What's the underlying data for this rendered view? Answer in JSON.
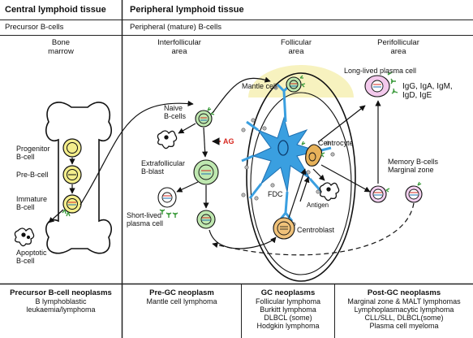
{
  "header": {
    "central": "Central lymphoid tissue",
    "peripheral": "Peripheral lymphoid tissue",
    "precursor": "Precursor B-cells",
    "mature": "Peripheral (mature) B-cells"
  },
  "columns": {
    "bone_marrow": [
      "Bone",
      "marrow"
    ],
    "interfollicular": [
      "Interfollicular",
      "area"
    ],
    "follicular": [
      "Follicular",
      "area"
    ],
    "perifollicular": [
      "Perifollicular",
      "area"
    ]
  },
  "cells": {
    "progenitor": [
      "Progenitor",
      "B-cell"
    ],
    "pre_b": "Pre-B-cell",
    "immature": [
      "Immature",
      "B-cell"
    ],
    "apoptotic_bm": [
      "Apoptotic",
      "B-cell"
    ],
    "naive": [
      "Naive",
      "B-cells"
    ],
    "ag": "AG",
    "extrafollicular": [
      "Extrafollicular",
      "B-blast"
    ],
    "short_lived": [
      "Short-lived",
      "plasma cell"
    ],
    "mantle": "Mantle cell",
    "fdc": "FDC",
    "centrocyte": "Centrocyte",
    "antigen": "Antigen",
    "centroblast": "Centroblast",
    "long_lived": "Long-lived plasma cell",
    "ig": [
      "IgG, IgA, IgM,",
      "IgD, IgE"
    ],
    "memory": [
      "Memory B-cells",
      "Marginal zone"
    ]
  },
  "neoplasms": {
    "precursor": {
      "title": "Precursor B-cell neoplasms",
      "items": [
        "B lymphoblastic",
        "leukaemia/lymphoma"
      ]
    },
    "pre_gc": {
      "title": "Pre-GC neoplasm",
      "items": [
        "Mantle cell lymphoma"
      ]
    },
    "gc": {
      "title": "GC neoplasms",
      "items": [
        "Follicular lymphoma",
        "Burkitt lymphoma",
        "DLBCL (some)",
        "Hodgkin lymphoma"
      ]
    },
    "post_gc": {
      "title": "Post-GC neoplasms",
      "items": [
        "Marginal zone & MALT lymphomas",
        "Lymphoplasmacytic lymphoma",
        "CLL/SLL, DLBCL(some)",
        "Plasma cell myeloma"
      ]
    }
  },
  "colors": {
    "progenitor": "#f4ee8c",
    "green_cell": "#bfe8b0",
    "fdc": "#3a9fe0",
    "mantle_zone": "#f7f2bf",
    "centrocyte": "#e7b25a",
    "centroblast": "#f0c27a",
    "plasma": "#f3c9ec",
    "memory": "#f3d0f0",
    "receptor": "#3a9a3a",
    "ag_red": "#d7271f"
  }
}
